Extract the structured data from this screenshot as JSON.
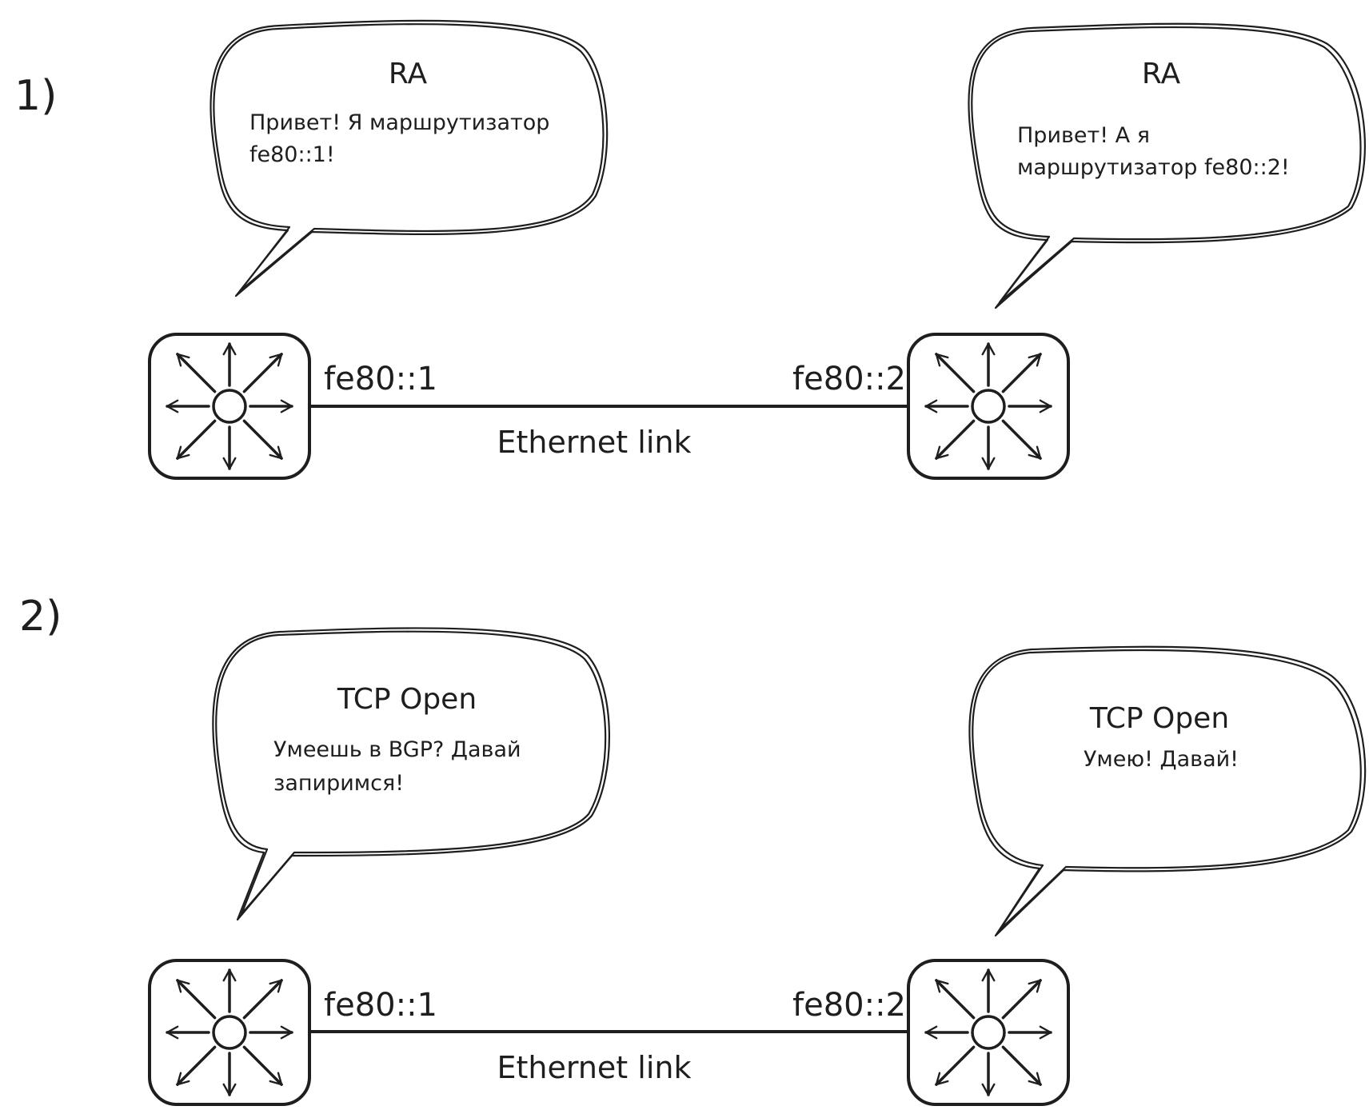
{
  "steps": [
    {
      "label": "1)",
      "left_bubble": {
        "title": "RA",
        "lines": [
          "Привет! Я маршрутизатор",
          "fe80::1!"
        ]
      },
      "right_bubble": {
        "title": "RA",
        "lines": [
          "Привет! А я",
          "маршрутизатор fe80::2!"
        ]
      },
      "left_router": {
        "address": "fe80::1"
      },
      "right_router": {
        "address": "fe80::2"
      },
      "link_label": "Ethernet link"
    },
    {
      "label": "2)",
      "left_bubble": {
        "title": "TCP Open",
        "lines": [
          "Умеешь в BGP? Давай",
          "запиримся!"
        ]
      },
      "right_bubble": {
        "title": "TCP Open",
        "lines": [
          "Умею! Давай!"
        ]
      },
      "left_router": {
        "address": "fe80::1"
      },
      "right_router": {
        "address": "fe80::2"
      },
      "link_label": "Ethernet link"
    }
  ]
}
